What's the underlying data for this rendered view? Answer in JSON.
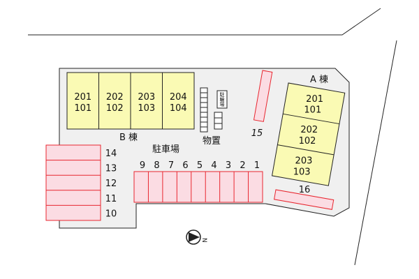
{
  "buildings": {
    "a": {
      "label": "A 棟",
      "units": [
        {
          "upper": "201",
          "lower": "101"
        },
        {
          "upper": "202",
          "lower": "102"
        },
        {
          "upper": "203",
          "lower": "103"
        }
      ]
    },
    "b": {
      "label": "B 棟",
      "units": [
        {
          "upper": "201",
          "lower": "101"
        },
        {
          "upper": "202",
          "lower": "102"
        },
        {
          "upper": "203",
          "lower": "103"
        },
        {
          "upper": "204",
          "lower": "104"
        }
      ]
    }
  },
  "parking": {
    "label": "駐車場",
    "row_spaces": [
      "9",
      "8",
      "7",
      "6",
      "5",
      "4",
      "3",
      "2",
      "1"
    ],
    "left_spaces": [
      "14",
      "13",
      "12",
      "11",
      "10"
    ],
    "space_15": "15",
    "space_16": "16"
  },
  "storage": {
    "label": "物置"
  },
  "bicycle": {
    "label_chars": [
      "駐",
      "輪",
      "場"
    ]
  },
  "compass": {
    "symbol": "N"
  },
  "colors": {
    "building_fill": "#fafab4",
    "parking_fill": "#fbdce3",
    "parking_stroke": "#e8262f",
    "lot_fill": "#f0f0f0",
    "line": "#222222"
  }
}
